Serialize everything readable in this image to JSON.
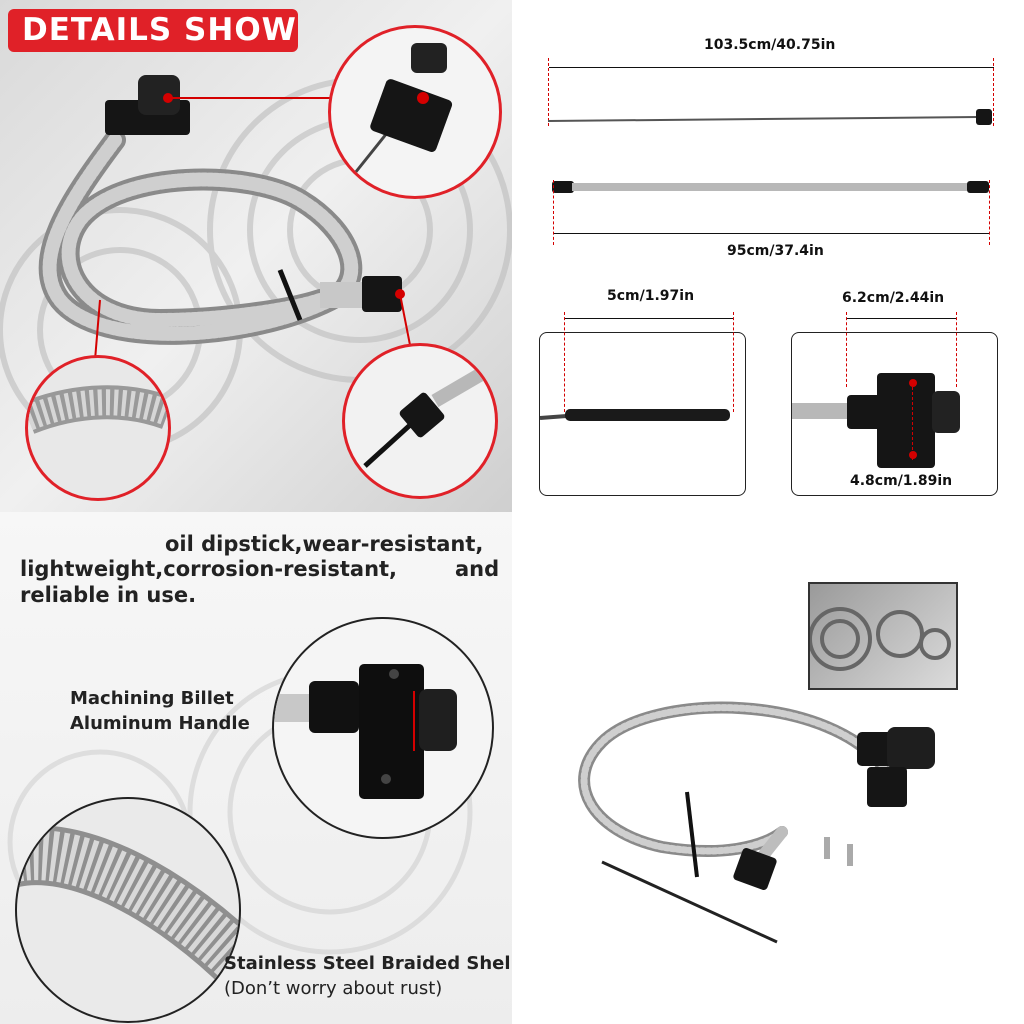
{
  "panels": {
    "details": {
      "badge_text": "DETAILS SHOW"
    },
    "dimensions": {
      "overall_length": "103.5cm/40.75in",
      "hose_length": "95cm/37.4in",
      "tip_length": "5cm/1.97in",
      "handle_width": "6.2cm/2.44in",
      "handle_height": "4.8cm/1.89in"
    },
    "features": {
      "desc_line1": "oil dipstick,wear-resistant,",
      "desc_line2": "lightweight,corrosion-resistant,",
      "desc_line2_tail": "and",
      "desc_line3": "reliable in use.",
      "handle_label_line1": "Machining Billet",
      "handle_label_line2": "Aluminum Handle",
      "shell_label_line1": "Stainless Steel Braided Shell",
      "shell_label_line2": "(Don’t worry about rust)"
    }
  },
  "colors": {
    "badge_red": "#e02128",
    "dim_red": "#d40000",
    "anodized_black": "#151515",
    "steel": "#b8b8b8"
  }
}
